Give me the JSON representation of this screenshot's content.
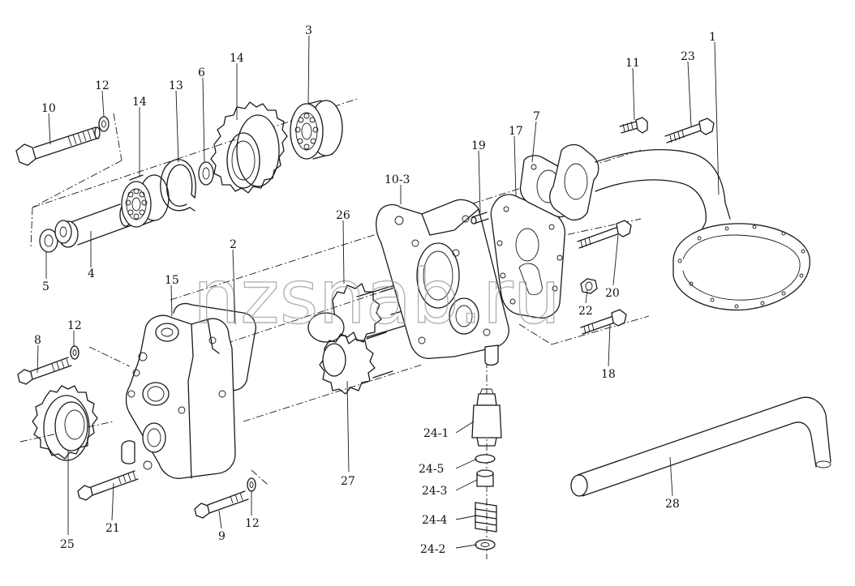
{
  "watermark": "nzsnab.ru",
  "callouts": [
    {
      "id": "c1",
      "label": "1"
    },
    {
      "id": "c2",
      "label": "2"
    },
    {
      "id": "c3",
      "label": "3"
    },
    {
      "id": "c4",
      "label": "4"
    },
    {
      "id": "c5",
      "label": "5"
    },
    {
      "id": "c6",
      "label": "6"
    },
    {
      "id": "c7",
      "label": "7"
    },
    {
      "id": "c8",
      "label": "8"
    },
    {
      "id": "c9",
      "label": "9"
    },
    {
      "id": "c10",
      "label": "10"
    },
    {
      "id": "c10-3",
      "label": "10-3"
    },
    {
      "id": "c11",
      "label": "11"
    },
    {
      "id": "c12a",
      "label": "12"
    },
    {
      "id": "c12b",
      "label": "12"
    },
    {
      "id": "c12c",
      "label": "12"
    },
    {
      "id": "c13",
      "label": "13"
    },
    {
      "id": "c14a",
      "label": "14"
    },
    {
      "id": "c14b",
      "label": "14"
    },
    {
      "id": "c15",
      "label": "15"
    },
    {
      "id": "c17",
      "label": "17"
    },
    {
      "id": "c18",
      "label": "18"
    },
    {
      "id": "c19",
      "label": "19"
    },
    {
      "id": "c20",
      "label": "20"
    },
    {
      "id": "c21",
      "label": "21"
    },
    {
      "id": "c22",
      "label": "22"
    },
    {
      "id": "c23",
      "label": "23"
    },
    {
      "id": "c24-1",
      "label": "24-1"
    },
    {
      "id": "c24-2",
      "label": "24-2"
    },
    {
      "id": "c24-3",
      "label": "24-3"
    },
    {
      "id": "c24-4",
      "label": "24-4"
    },
    {
      "id": "c24-5",
      "label": "24-5"
    },
    {
      "id": "c25",
      "label": "25"
    },
    {
      "id": "c26",
      "label": "26"
    },
    {
      "id": "c27",
      "label": "27"
    },
    {
      "id": "c28",
      "label": "28"
    }
  ]
}
